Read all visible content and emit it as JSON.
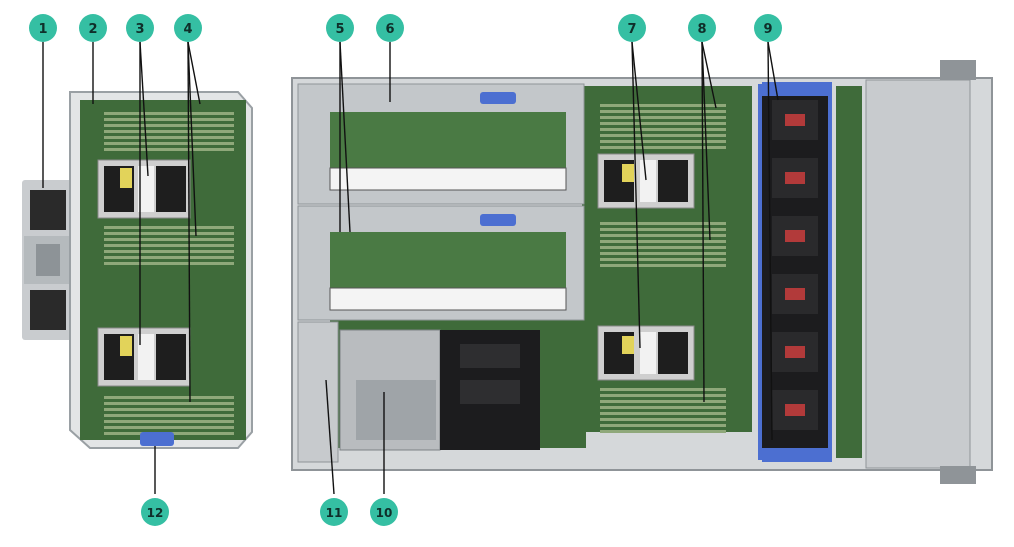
{
  "callouts": [
    {
      "id": "1",
      "label": "1"
    },
    {
      "id": "2",
      "label": "2"
    },
    {
      "id": "3",
      "label": "3"
    },
    {
      "id": "4",
      "label": "4"
    },
    {
      "id": "5",
      "label": "5"
    },
    {
      "id": "6",
      "label": "6"
    },
    {
      "id": "7",
      "label": "7"
    },
    {
      "id": "8",
      "label": "8"
    },
    {
      "id": "9",
      "label": "9"
    },
    {
      "id": "10",
      "label": "10"
    },
    {
      "id": "11",
      "label": "11"
    },
    {
      "id": "12",
      "label": "12"
    }
  ],
  "colors": {
    "callout_fill": "#35bfa3",
    "callout_text": "#0f2f2a",
    "leader": "#111111",
    "pcb": "#3f6b3a",
    "pcb_dark": "#2c4f2a",
    "dimm": "#8fa87a",
    "chassis": "#cfd2d4",
    "chassis_dark": "#9aa0a4",
    "fan_cage_blue": "#4c6fd1",
    "fan_black": "#1c1c1e",
    "fan_red": "#b23a3a",
    "heatsink": "#d9d9d9",
    "label_yellow": "#e2d35a"
  }
}
